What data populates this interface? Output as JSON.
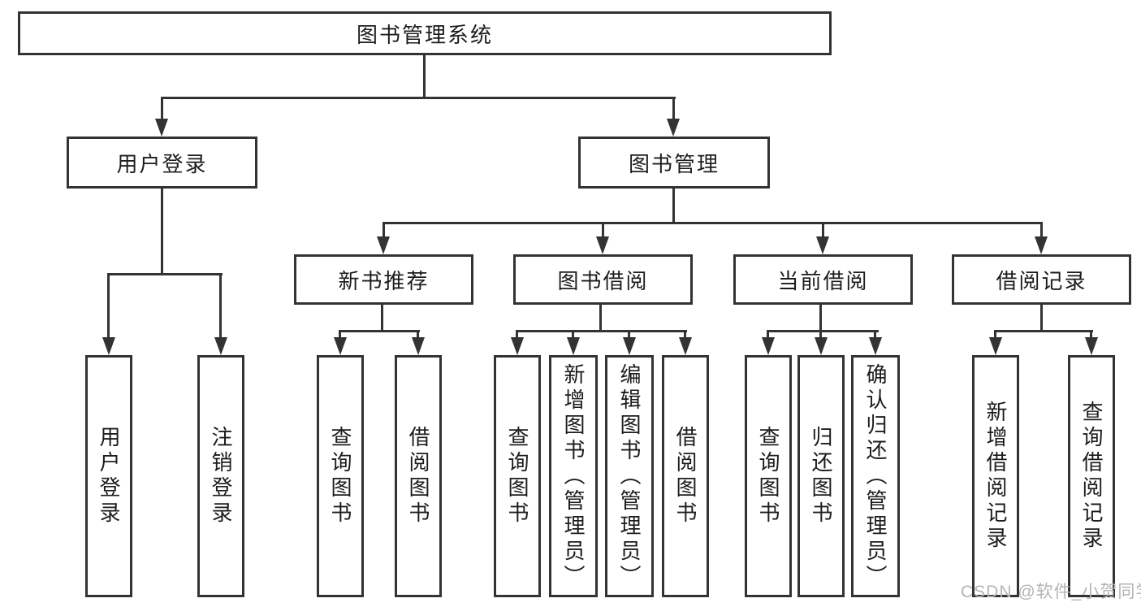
{
  "colors": {
    "line": "#333333",
    "text": "#1c1c1c",
    "watermark_color": "#b4b4b4",
    "background": "#ffffff"
  },
  "watermark": {
    "text": "CSDN @软件_小贺同学"
  },
  "tree": {
    "label": "图书管理系统",
    "children": [
      {
        "label": "用户登录",
        "children": [
          {
            "label": "用户登录"
          },
          {
            "label": "注销登录"
          }
        ]
      },
      {
        "label": "图书管理",
        "children": [
          {
            "label": "新书推荐",
            "children": [
              {
                "label": "查询图书"
              },
              {
                "label": "借阅图书"
              }
            ]
          },
          {
            "label": "图书借阅",
            "children": [
              {
                "label": "查询图书"
              },
              {
                "label": "新增图书（管理员）"
              },
              {
                "label": "编辑图书（管理员）"
              },
              {
                "label": "借阅图书"
              }
            ]
          },
          {
            "label": "当前借阅",
            "children": [
              {
                "label": "查询图书"
              },
              {
                "label": "归还图书"
              },
              {
                "label": "确认归还（管理员）"
              }
            ]
          },
          {
            "label": "借阅记录",
            "children": [
              {
                "label": "新增借阅记录"
              },
              {
                "label": "查询借阅记录"
              }
            ]
          }
        ]
      }
    ]
  }
}
